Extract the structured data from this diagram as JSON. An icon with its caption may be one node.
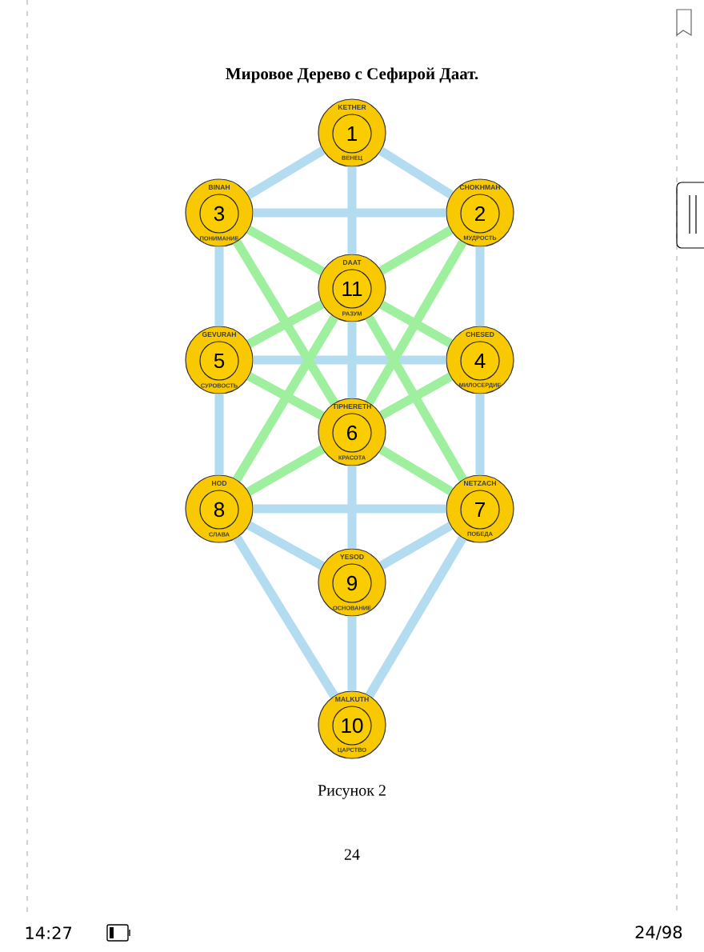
{
  "diagram": {
    "title": "Мировое Дерево с Сефирой Даат.",
    "caption": "Рисунок 2",
    "nodes": [
      {
        "text": [
          "KETHER",
          "1",
          "ВЕНЕЦ"
        ]
      },
      {
        "text": [
          "BINAH",
          "3",
          "ПОНИМАНИЕ"
        ]
      },
      {
        "text": [
          "CHOKHMAH",
          "2",
          "МУДРОСТЬ"
        ]
      },
      {
        "text": [
          "DAAT",
          "11",
          "РАЗУМ"
        ]
      },
      {
        "text": [
          "GEVURAH",
          "5",
          "СУРОВОСТЬ"
        ]
      },
      {
        "text": [
          "CHESED",
          "4",
          "МИЛОСЕРДИЕ"
        ]
      },
      {
        "text": [
          "TIPHERETH",
          "6",
          "КРАСОТА"
        ]
      },
      {
        "text": [
          "HOD",
          "8",
          "СЛАВА"
        ]
      },
      {
        "text": [
          "NETZACH",
          "7",
          "ПОБЕДА"
        ]
      },
      {
        "text": [
          "YESOD",
          "9",
          "ОСНОВАНИЕ"
        ]
      },
      {
        "text": [
          "MALKUTH",
          "10",
          "ЦАРСТВО"
        ]
      }
    ],
    "edges": [
      {
        "from": 0,
        "to": 1,
        "arrow": "none"
      },
      {
        "from": 0,
        "to": 2,
        "arrow": "none"
      },
      {
        "from": 0,
        "to": 3,
        "arrow": "none"
      },
      {
        "from": 3,
        "to": 6,
        "arrow": "none"
      },
      {
        "from": 1,
        "to": 2,
        "arrow": "none"
      },
      {
        "from": 1,
        "to": 4,
        "arrow": "none"
      },
      {
        "from": 2,
        "to": 5,
        "arrow": "none"
      },
      {
        "from": 4,
        "to": 5,
        "arrow": "none"
      },
      {
        "from": 4,
        "to": 7,
        "arrow": "none"
      },
      {
        "from": 5,
        "to": 8,
        "arrow": "none"
      },
      {
        "from": 7,
        "to": 8,
        "arrow": "none"
      },
      {
        "from": 6,
        "to": 9,
        "arrow": "none"
      },
      {
        "from": 7,
        "to": 9,
        "arrow": "none"
      },
      {
        "from": 8,
        "to": 9,
        "arrow": "none"
      },
      {
        "from": 7,
        "to": 10,
        "arrow": "none"
      },
      {
        "from": 8,
        "to": 10,
        "arrow": "none"
      },
      {
        "from": 9,
        "to": 10,
        "arrow": "none"
      },
      {
        "from": 1,
        "to": 3,
        "arrow": "none",
        "color": "#9ef09e"
      },
      {
        "from": 2,
        "to": 3,
        "arrow": "none",
        "color": "#9ef09e"
      },
      {
        "from": 3,
        "to": 4,
        "arrow": "none",
        "color": "#9ef09e"
      },
      {
        "from": 3,
        "to": 5,
        "arrow": "none",
        "color": "#9ef09e"
      },
      {
        "from": 3,
        "to": 7,
        "arrow": "none",
        "color": "#9ef09e"
      },
      {
        "from": 3,
        "to": 8,
        "arrow": "none",
        "color": "#9ef09e"
      },
      {
        "from": 1,
        "to": 6,
        "arrow": "none",
        "color": "#9ef09e"
      },
      {
        "from": 2,
        "to": 6,
        "arrow": "none",
        "color": "#9ef09e"
      },
      {
        "from": 4,
        "to": 6,
        "arrow": "none",
        "color": "#9ef09e"
      },
      {
        "from": 5,
        "to": 6,
        "arrow": "none",
        "color": "#9ef09e"
      },
      {
        "from": 7,
        "to": 6,
        "arrow": "none",
        "color": "#9ef09e"
      },
      {
        "from": 8,
        "to": 6,
        "arrow": "none",
        "color": "#9ef09e"
      }
    ],
    "labels": [
      "24",
      "14:27",
      "24/98"
    ]
  }
}
